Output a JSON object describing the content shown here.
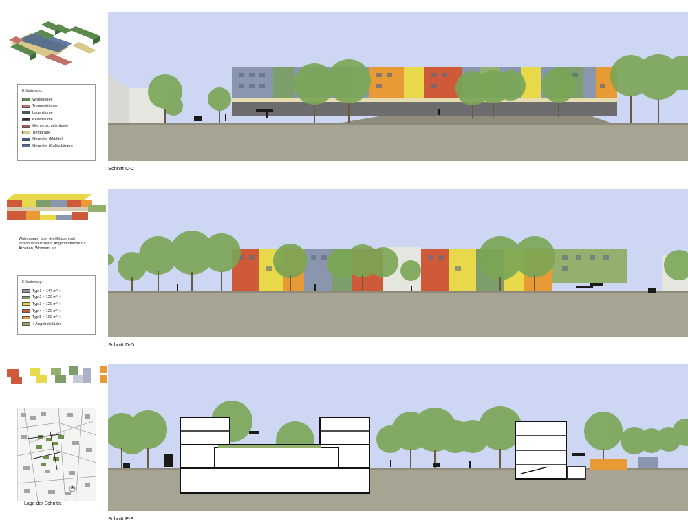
{
  "legend1": {
    "title": "Erläuterung:",
    "items": [
      {
        "label": "Wohnungen",
        "color": "#5c8a4e"
      },
      {
        "label": "Treppenhäuser",
        "color": "#c0726b"
      },
      {
        "label": "Lagerräume",
        "color": "#3d5f4a"
      },
      {
        "label": "Kellerräume",
        "color": "#3a2a2a"
      },
      {
        "label": "Gemeinschaftsräume",
        "color": "#b05a5a"
      },
      {
        "label": "Tiefgarage",
        "color": "#d8c98a"
      },
      {
        "label": "Gewerbe (Märkte)",
        "color": "#3c5a8c"
      },
      {
        "label": "Gewerbe (Cafés,Läden)",
        "color": "#4f6fa8"
      }
    ]
  },
  "legend2": {
    "note": "Wohnungen über drei Etagen mit individuell nutzbarer Angebotsfläche für Arbeiten, Wohnen, etc.",
    "title": "Erläuterung:",
    "items": [
      {
        "label": "Typ 1   ~ 147 m² +",
        "color": "#8a96ad"
      },
      {
        "label": "Typ 2   ~ 120 m² +",
        "color": "#7d9d6a"
      },
      {
        "label": "Typ 3   ~ 120 m² +",
        "color": "#e8d94a"
      },
      {
        "label": "Typ 4   ~ 120 m² +",
        "color": "#cf5a3a"
      },
      {
        "label": "Typ 5   ~ 100 m² +",
        "color": "#e89a35"
      },
      {
        "label": "+ Angebotsfläche",
        "color": "#93b06f"
      }
    ]
  },
  "sections": [
    {
      "caption": "Schnitt C-C"
    },
    {
      "caption": "Schnitt D-D"
    },
    {
      "caption": "Schnitt E-E"
    }
  ],
  "map_caption": "Lage der Schnitte",
  "colors": {
    "sky": "#cdd6f3",
    "ground": "#a8a494",
    "tree": "#7aa655",
    "trunk": "#6a5a3e"
  }
}
